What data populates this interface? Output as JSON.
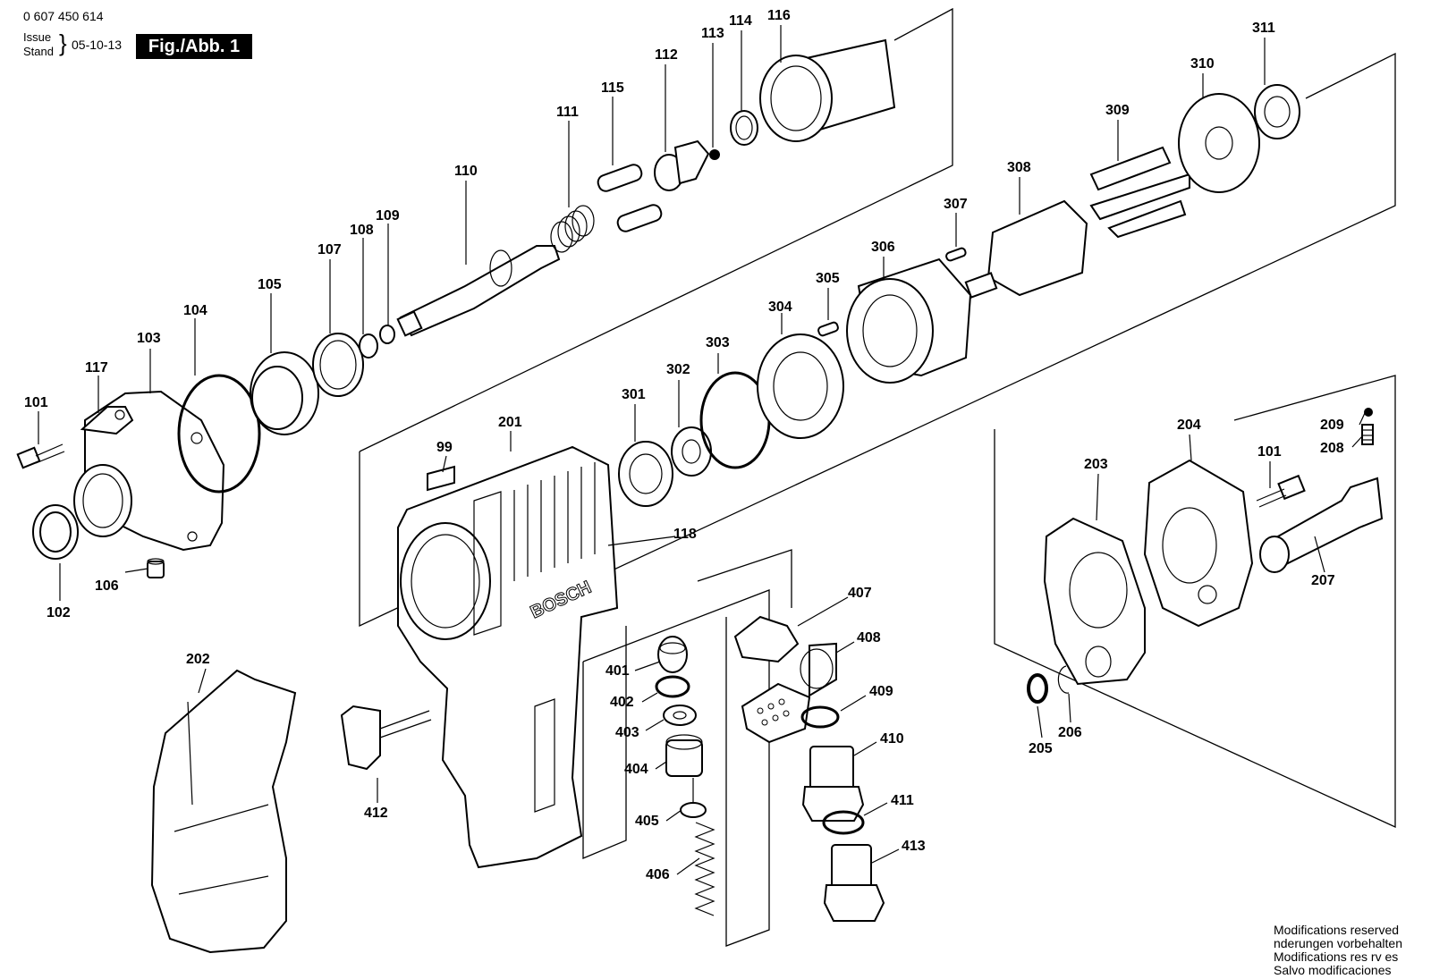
{
  "header": {
    "doc_number": "0 607 450 614",
    "issue_label_1": "Issue",
    "issue_label_2": "Stand",
    "issue_date": "05-10-13",
    "figure_badge": "Fig./Abb. 1"
  },
  "brand_on_housing": "BOSCH",
  "footer": {
    "lines": [
      "Modifications reserved",
      " nderungen vorbehalten",
      "Modifications res rv es",
      "Salvo modificaciones"
    ]
  },
  "part_labels": [
    "99",
    "101",
    "102",
    "103",
    "104",
    "105",
    "106",
    "107",
    "108",
    "109",
    "110",
    "111",
    "112",
    "113",
    "114",
    "115",
    "116",
    "117",
    "118",
    "201",
    "202",
    "203",
    "204",
    "205",
    "206",
    "207",
    "208",
    "209",
    "301",
    "302",
    "303",
    "304",
    "305",
    "306",
    "307",
    "308",
    "309",
    "310",
    "311",
    "401",
    "402",
    "403",
    "404",
    "405",
    "406",
    "407",
    "408",
    "409",
    "410",
    "411",
    "412",
    "413"
  ],
  "part_label_101_second": "101"
}
